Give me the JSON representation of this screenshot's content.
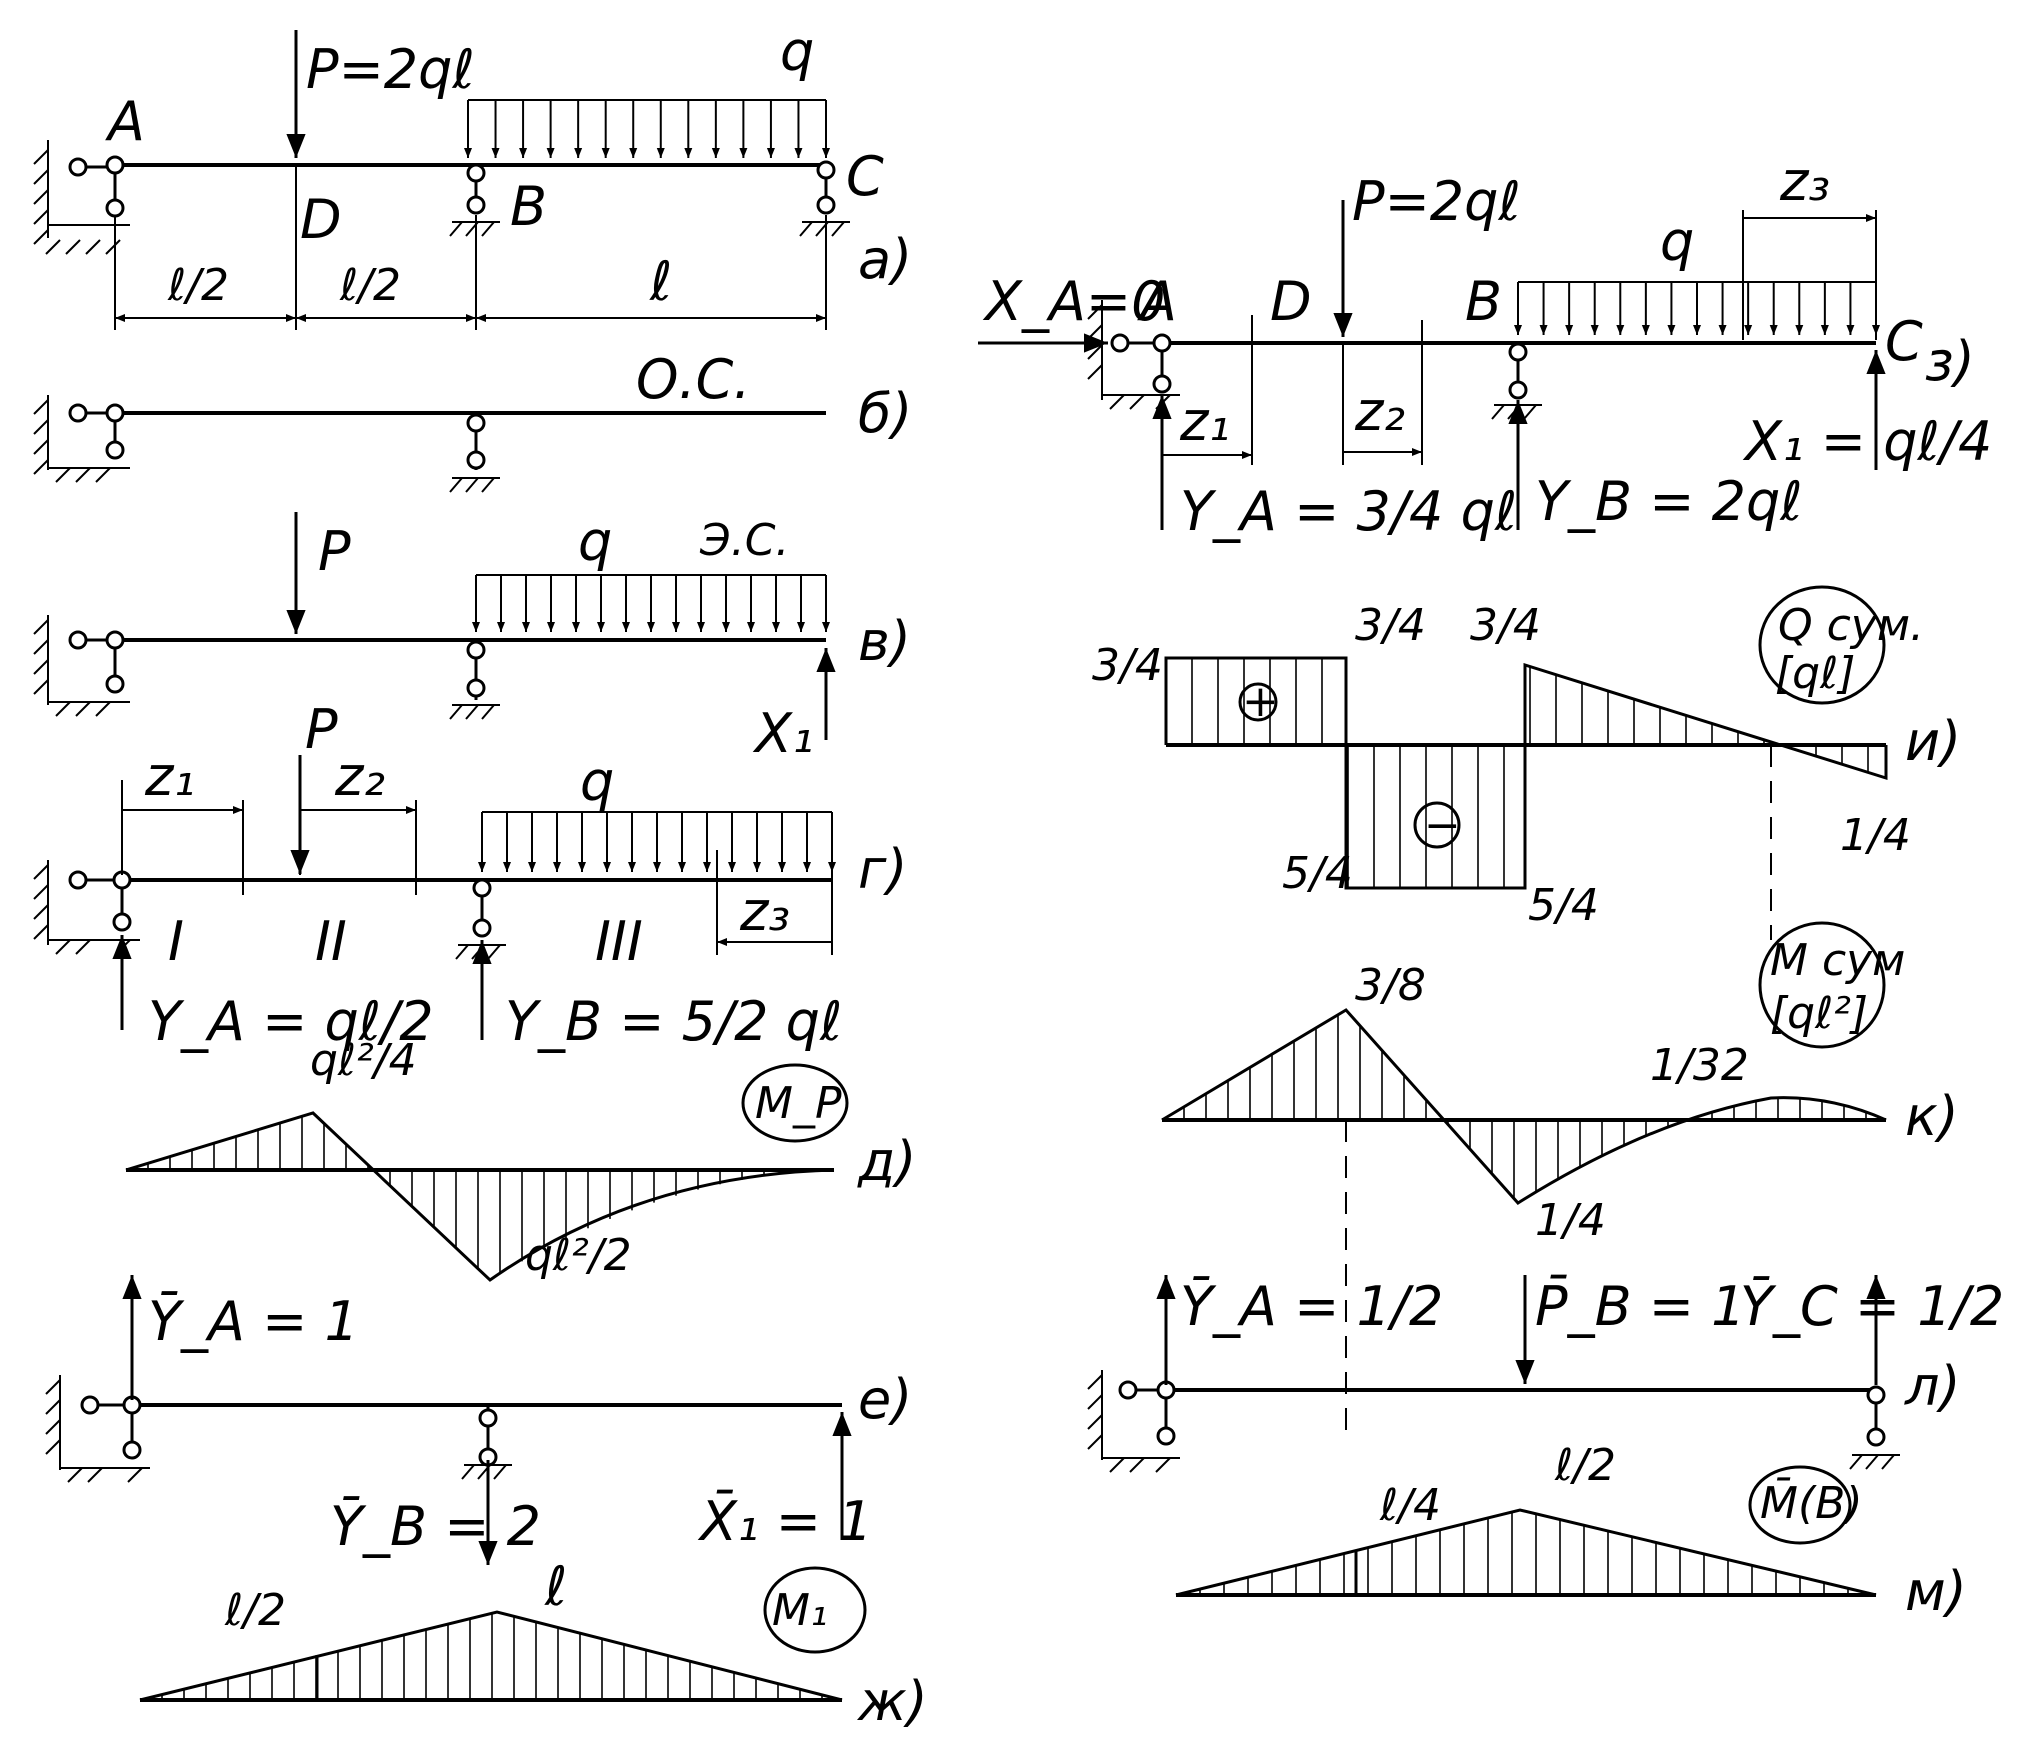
{
  "beam": {
    "point_a": "A",
    "point_b": "B",
    "point_c": "C",
    "point_d": "D",
    "force_p": "P=2qℓ",
    "load_q": "q",
    "dim_half": "ℓ/2",
    "dim_full": "ℓ"
  },
  "panel_labels": {
    "a": "а)",
    "b": "б)",
    "v": "в)",
    "g": "г)",
    "d": "д)",
    "e": "е)",
    "zh": "ж)",
    "z": "з)",
    "i": "и)",
    "k": "к)",
    "l": "л)",
    "m": "м)"
  },
  "basic_system": {
    "label": "О.С."
  },
  "equivalent_system": {
    "label": "Э.С.",
    "force": "P",
    "load": "q",
    "unknown": "X₁"
  },
  "sections": {
    "z1": "z₁",
    "z2": "z₂",
    "z3": "z₃",
    "segment_1": "I",
    "segment_2": "II",
    "segment_3": "III",
    "reaction_a": "Y_A = qℓ/2",
    "reaction_b": "Y_B = 5/2 qℓ",
    "force": "P",
    "load": "q"
  },
  "moment_p": {
    "title": "M_P",
    "value_d": "qℓ²/4",
    "value_b": "qℓ²/2"
  },
  "unit_state": {
    "ya": "Ȳ_A = 1",
    "yb": "Ȳ_B = 2",
    "x1": "X̄₁ = 1"
  },
  "moment_1": {
    "title": "M₁",
    "value_d": "ℓ/2",
    "value_b": "ℓ"
  },
  "final_system": {
    "xa": "X_A=0",
    "force": "P=2qℓ",
    "load": "q",
    "ya": "Y_A = 3/4 qℓ",
    "yb": "Y_B = 2qℓ",
    "x1": "X₁ = qℓ/4",
    "z1": "z₁",
    "z2": "z₂",
    "z3": "z₃"
  },
  "shear": {
    "title_1": "Q сум.",
    "title_2": "[qℓ]",
    "v1": "3/4",
    "v2": "3/4",
    "v3": "3/4",
    "v4": "5/4",
    "v5": "5/4",
    "v6": "1/4",
    "plus": "+",
    "minus": "−"
  },
  "moment_sum": {
    "title_1": "M сум",
    "title_2": "[qℓ²]",
    "v1": "3/8",
    "v2": "1/4",
    "v3": "1/32"
  },
  "unit_b": {
    "ya": "Ȳ_A = 1/2",
    "pb": "P̄_B = 1",
    "yc": "Ȳ_C = 1/2"
  },
  "moment_b": {
    "title": "M̄(B)",
    "v1": "ℓ/4",
    "v2": "ℓ/2"
  }
}
